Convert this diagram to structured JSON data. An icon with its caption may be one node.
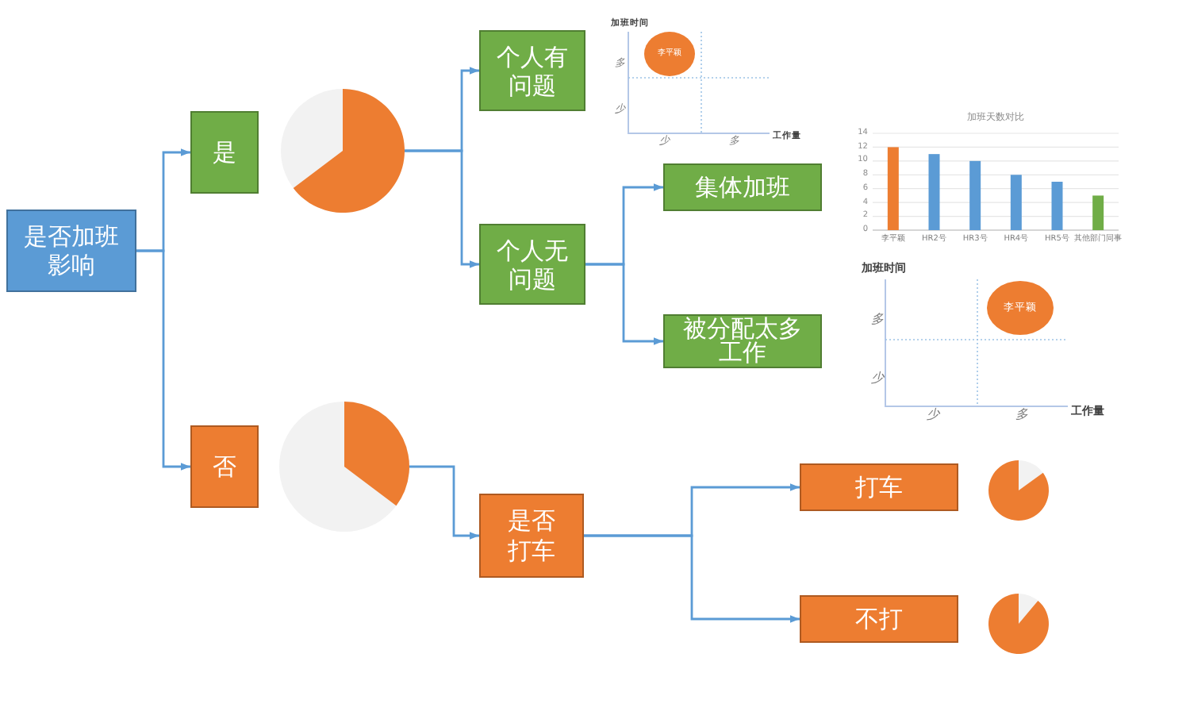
{
  "diagram": {
    "nodes": [
      {
        "text": [
          "是否加班影响"
        ]
      },
      {
        "text": [
          "是"
        ]
      },
      {
        "text": [],
        "shape": "pie"
      },
      {
        "text": [
          "个人有问题"
        ]
      },
      {
        "text": [
          "个人无问题"
        ]
      },
      {
        "text": [
          "集体加班"
        ]
      },
      {
        "text": [
          "被分配太多工作"
        ]
      },
      {
        "text": [
          "否"
        ]
      },
      {
        "text": [],
        "shape": "pie"
      },
      {
        "text": [
          "是否打车"
        ]
      },
      {
        "text": [
          "打车"
        ]
      },
      {
        "text": [
          "不打"
        ]
      }
    ],
    "edges": [
      {
        "from": 0,
        "to": 1,
        "arrow": "to"
      },
      {
        "from": 0,
        "to": 7,
        "arrow": "to"
      },
      {
        "from": 2,
        "to": 3,
        "arrow": "to"
      },
      {
        "from": 2,
        "to": 4,
        "arrow": "to"
      },
      {
        "from": 4,
        "to": 5,
        "arrow": "to"
      },
      {
        "from": 4,
        "to": 6,
        "arrow": "to"
      },
      {
        "from": 8,
        "to": 9,
        "arrow": "to"
      },
      {
        "from": 9,
        "to": 10,
        "arrow": "to"
      },
      {
        "from": 9,
        "to": 11,
        "arrow": "to"
      }
    ],
    "labels": [
      "加班时间",
      "李平颖",
      "多",
      "少",
      "少",
      "多",
      "工作量",
      "加班时间",
      "李平颖",
      "多",
      "少",
      "少",
      "多",
      "工作量"
    ],
    "chart_data": {
      "type": "bar",
      "title": "加班天数对比",
      "categories": [
        "李平颖",
        "HR2号",
        "HR3号",
        "HR4号",
        "HR5号",
        "其他部门同事"
      ],
      "series": [
        {
          "color": "#ed7d31",
          "values": [
            12,
            null,
            null,
            null,
            null,
            null
          ]
        },
        {
          "color": "#5b9bd5",
          "values": [
            null,
            11,
            10,
            8,
            7,
            null
          ]
        },
        {
          "color": "#70ad47",
          "values": [
            null,
            null,
            null,
            null,
            null,
            5
          ]
        }
      ],
      "stacked": true,
      "grid": true,
      "ylim": [
        0,
        14
      ],
      "yticks": [
        0,
        2,
        4,
        6,
        8,
        10,
        12,
        14
      ]
    }
  }
}
